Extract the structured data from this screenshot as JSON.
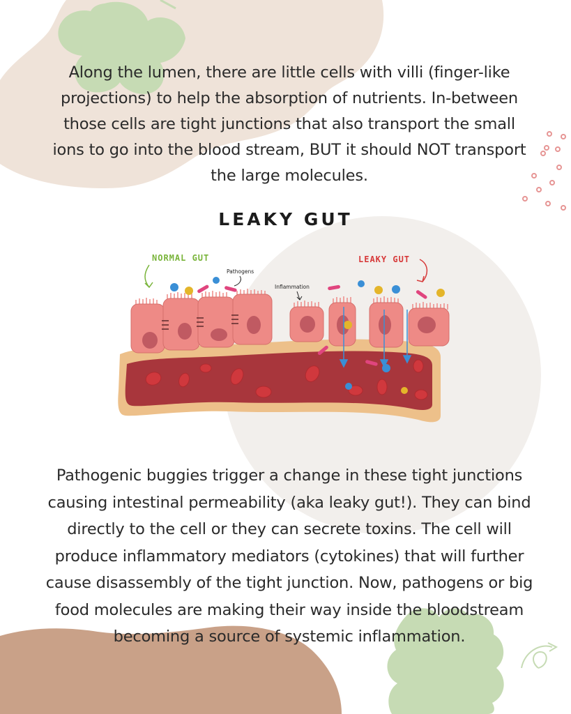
{
  "paragraphs": {
    "intro": "Along the lumen, there are little cells with villi (finger-like projections) to help the absorption of nutrients. In-between those cells are tight junctions that also transport the small ions to go into the blood stream, BUT it should NOT transport the large molecules.",
    "explanation": "Pathogenic buggies trigger a change in these tight junctions causing intestinal permeability (aka leaky gut!). They can bind directly to the cell or they can secrete toxins. The cell will produce inflammatory mediators (cytokines) that will further cause disassembly of the tight junction. Now, pathogens or big food molecules are making their way inside the bloodstream becoming a source of systemic inflammation."
  },
  "diagram": {
    "title": "LEAKY GUT",
    "labels": {
      "normal": "NORMAL GUT",
      "leaky": "LEAKY GUT",
      "pathogens": "Pathogens",
      "inflammation": "Inflammation"
    }
  },
  "colors": {
    "beige_blob": "#efe3d9",
    "brown_blob": "#c9a188",
    "leaf_green": "#c6dbb4",
    "light_gray_circle": "#f2efec",
    "cell_pink": "#ee8a86",
    "nucleus": "#c05a62",
    "blood_vessel": "#a8363c",
    "vessel_wall": "#edc08a",
    "rbc": "#d0383d",
    "normal_label": "#79b43a",
    "leaky_label": "#d73a3a",
    "pathogen_magenta": "#e0457e",
    "pathogen_blue": "#3a8fd6",
    "pathogen_yellow": "#e4b52a"
  }
}
